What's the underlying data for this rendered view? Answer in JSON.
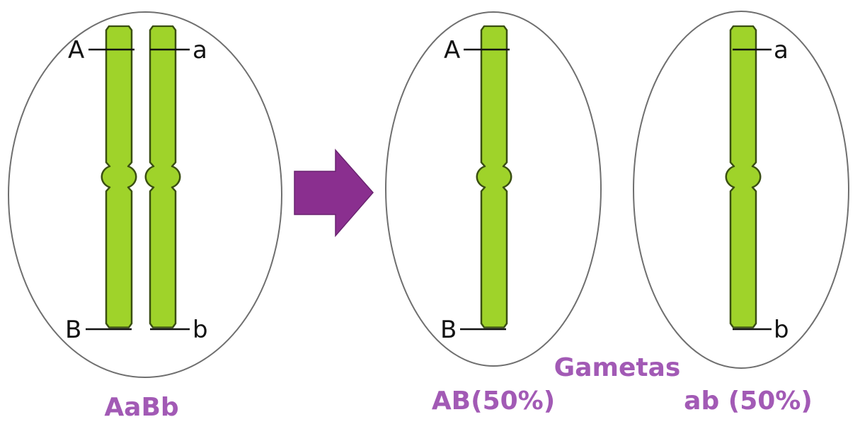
{
  "parent": {
    "genotype_label": "AaBb",
    "alleles": {
      "top_left": "A",
      "top_right": "a",
      "bottom_left": "B",
      "bottom_right": "b"
    }
  },
  "gametes": {
    "heading": "Gametas",
    "gamete_1": {
      "label": "AB(50%)",
      "allele_top": "A",
      "allele_bottom": "B"
    },
    "gamete_2": {
      "label": "ab (50%)",
      "allele_top": "a",
      "allele_bottom": "b"
    }
  },
  "colors": {
    "chromosome": "#9fd32a",
    "arrow": "#8a2f8f",
    "caption": "#a25ab5"
  }
}
